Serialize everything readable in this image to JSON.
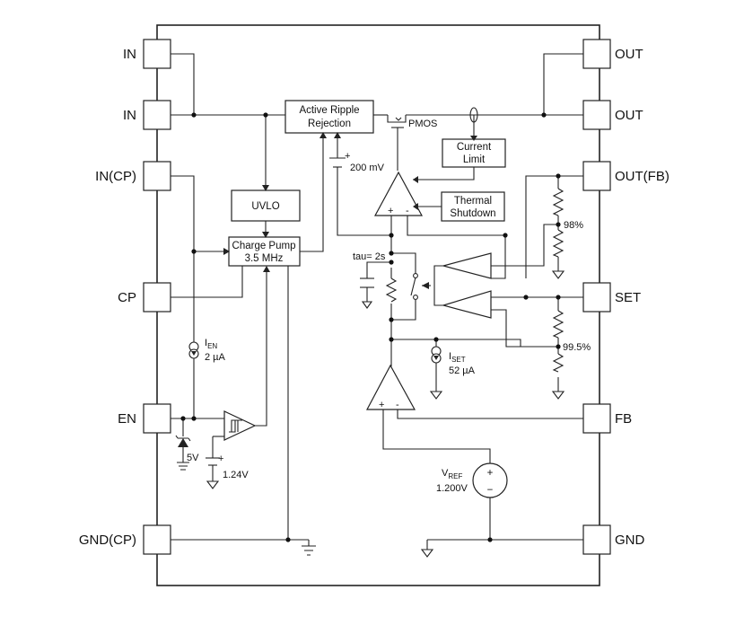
{
  "pins_left": [
    "IN",
    "IN",
    "IN(CP)",
    "CP",
    "EN",
    "GND(CP)"
  ],
  "pins_right": [
    "OUT",
    "OUT",
    "OUT(FB)",
    "SET",
    "FB",
    "GND"
  ],
  "blocks": {
    "active_ripple_line1": "Active Ripple",
    "active_ripple_line2": "Rejection",
    "uvlo": "UVLO",
    "charge_pump_line1": "Charge Pump",
    "charge_pump_line2": "3.5 MHz",
    "current_limit_line1": "Current",
    "current_limit_line2": "Limit",
    "thermal_line1": "Thermal",
    "thermal_line2": "Shutdown"
  },
  "labels": {
    "pmos": "PMOS",
    "v200": "200 mV",
    "tau": "tau= 2s",
    "pct98": "98%",
    "pct995": "99.5%",
    "ien_main": "I",
    "ien_sub": "EN",
    "ien_val": "2 µA",
    "iset_main": "I",
    "iset_sub": "SET",
    "iset_val": "52 µA",
    "vref_main": "V",
    "vref_sub": "REF",
    "vref_val": "1.200V",
    "zener": "5V",
    "v124": "1.24V",
    "op_plus": "+",
    "op_minus": "-"
  }
}
